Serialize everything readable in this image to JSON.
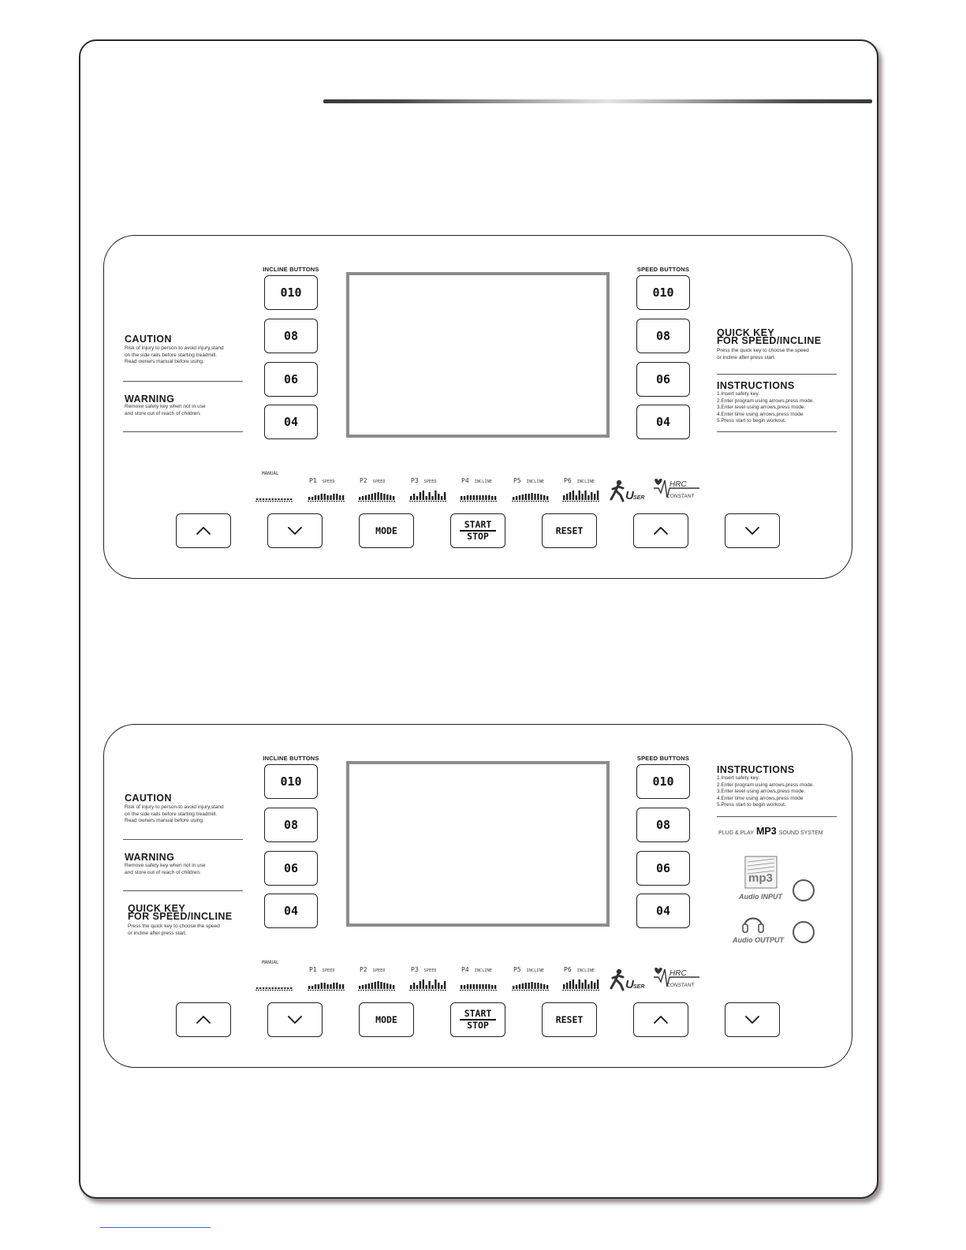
{
  "panels": [
    {
      "incline_label": "INCLINE BUTTONS",
      "speed_label": "SPEED BUTTONS",
      "incline_buttons": [
        "010",
        "08",
        "06",
        "04"
      ],
      "speed_buttons": [
        "010",
        "08",
        "06",
        "04"
      ],
      "caution": {
        "title": "CAUTION",
        "text": "Risk of injury to person-to avoid injury,stand\non the side rails before starting treadmill.\nRead owners manual before using."
      },
      "warning": {
        "title": "WARNING",
        "text": "Remove safety key when not in use\nand store out of reach of children."
      },
      "quick_key": {
        "title_line1": "QUICK KEY",
        "title_line2": "FOR SPEED/INCLINE",
        "text": "Press the quick key to choose the speed\nor incline after press start."
      },
      "instructions": {
        "title": "INSTRUCTIONS",
        "text": "1.Insert safety key.\n2.Enter program using arrows,press mode.\n3.Enter level using arrows,press mode.\n4.Enter time using arrows,press mode\n5.Press start to begin workout."
      }
    },
    {
      "incline_label": "INCLINE BUTTONS",
      "speed_label": "SPEED BUTTONS",
      "incline_buttons": [
        "010",
        "08",
        "06",
        "04"
      ],
      "speed_buttons": [
        "010",
        "08",
        "06",
        "04"
      ],
      "caution": {
        "title": "CAUTION",
        "text": "Risk of injury to person-to avoid injury,stand\non the side rails before starting treadmill.\nRead owners manual before using."
      },
      "warning": {
        "title": "WARNING",
        "text": "Remove safety key when not in use\nand store out of reach of children."
      },
      "quick_key": {
        "title_line1": "QUICK KEY",
        "title_line2": "FOR SPEED/INCLINE",
        "text": "Press the quick key to choose the speed\nor incline after press start."
      },
      "instructions": {
        "title": "INSTRUCTIONS",
        "text": "1.Insert safety key.\n2.Enter program using arrows,press mode.\n3.Enter level using arrows,press mode.\n4.Enter time using arrows,press mode\n5.Press start to begin workout."
      },
      "mp3": {
        "prefix": "PLUG & PLAY",
        "brand": "MP3",
        "suffix": "SOUND SYSTEM",
        "icon_text": "mp3",
        "input_label": "Audio INPUT",
        "output_label": "Audio OUTPUT"
      }
    }
  ],
  "programs": [
    {
      "id": "",
      "type": "MANUAL"
    },
    {
      "id": "P1",
      "type": "SPEED"
    },
    {
      "id": "P2",
      "type": "SPEED"
    },
    {
      "id": "P3",
      "type": "SPEED"
    },
    {
      "id": "P4",
      "type": "INCLINE"
    },
    {
      "id": "P5",
      "type": "INCLINE"
    },
    {
      "id": "P6",
      "type": "INCLINE"
    }
  ],
  "program_icons": {
    "user_initial": "U",
    "user_rest": "SER",
    "hrc_top": "HRC",
    "hrc_bottom": "CONSTANT"
  },
  "control_buttons": {
    "mode": "MODE",
    "start": "START",
    "stop": "STOP",
    "reset": "RESET"
  },
  "icons": {
    "up": "chevron-up-icon",
    "down": "chevron-down-icon",
    "user": "running-user-icon",
    "hrc": "heart-rate-icon",
    "headphones": "headphones-icon",
    "mp3": "mp3-note-icon"
  }
}
